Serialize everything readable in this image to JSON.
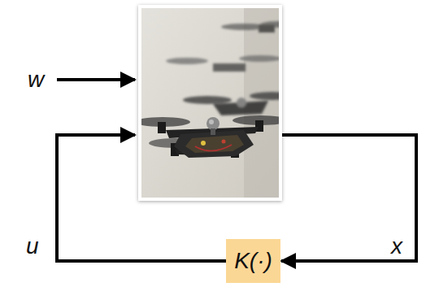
{
  "diagram": {
    "nodes": [
      {
        "text": [
          "K(·)"
        ]
      }
    ],
    "labels": [
      "w",
      "u",
      "x"
    ]
  }
}
